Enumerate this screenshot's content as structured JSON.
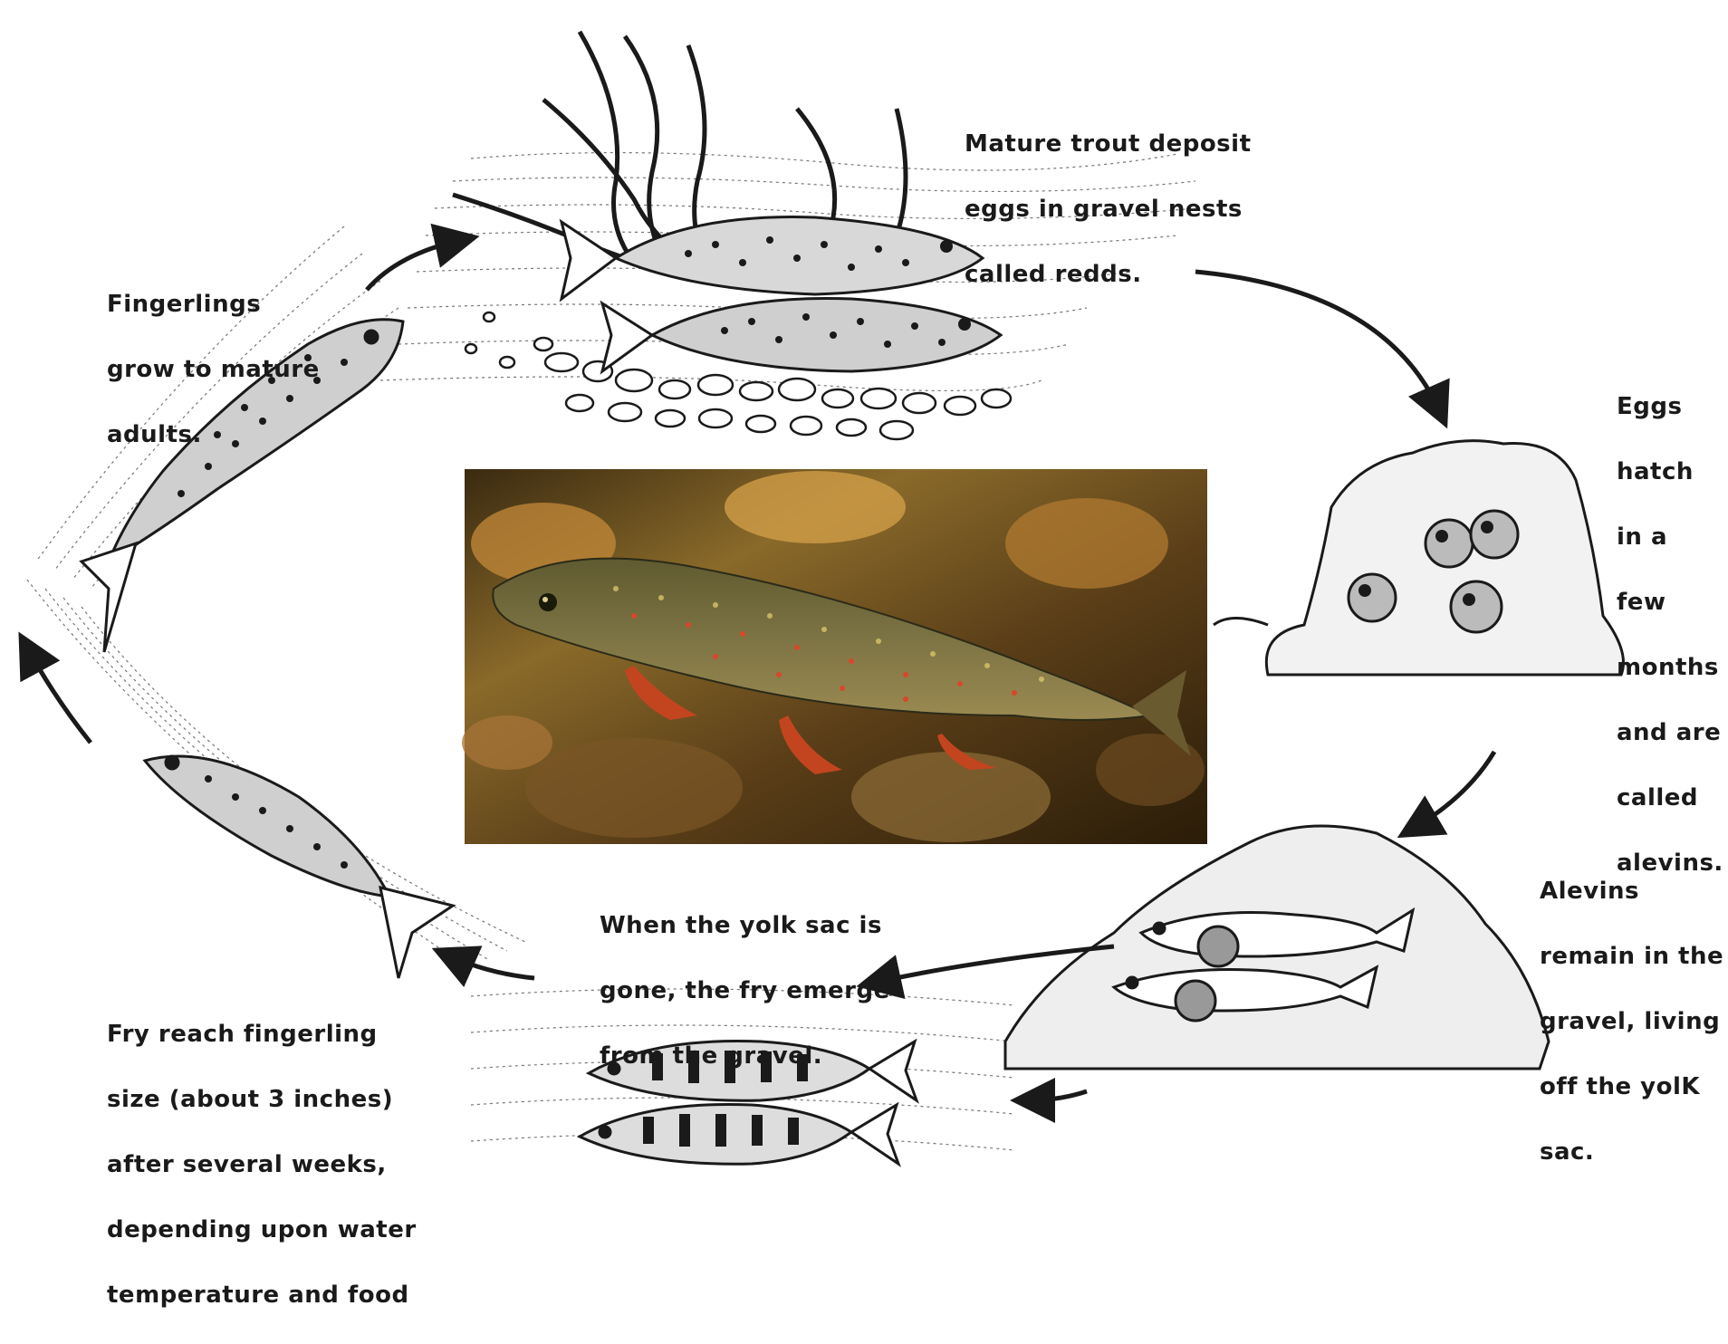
{
  "diagram": {
    "stages": [
      {
        "id": "spawning",
        "name": "mature-trout-spawning",
        "lines": [
          "Mature trout deposit",
          "eggs in gravel nests",
          "called redds."
        ]
      },
      {
        "id": "eggs",
        "name": "eggs-hatch",
        "lines": [
          "Eggs",
          "hatch",
          "in a",
          "few",
          "months",
          "and are",
          "called",
          "alevins."
        ]
      },
      {
        "id": "alevins",
        "name": "alevins",
        "lines": [
          "Alevins",
          "remain in the",
          "gravel, living",
          "off the yolK",
          "sac."
        ]
      },
      {
        "id": "fry",
        "name": "fry-emerge",
        "lines": [
          "When the yolk sac  is",
          "gone, the fry emerge",
          "from the gravel."
        ]
      },
      {
        "id": "fingerling",
        "name": "fry-to-fingerling",
        "lines": [
          "Fry reach fingerling",
          "size (about 3 inches)",
          "after several weeks,",
          "depending upon water",
          "temperature and food"
        ]
      },
      {
        "id": "adults",
        "name": "fingerlings-to-adults",
        "lines": [
          "Fingerlings",
          "grow to mature",
          "adults."
        ]
      }
    ],
    "colors": {
      "ink": "#1a1a1a",
      "photo_water": "#6b5a2c",
      "photo_fish": "#7a6b3a",
      "photo_belly": "#c2451f",
      "spot": "#d9472b"
    }
  }
}
